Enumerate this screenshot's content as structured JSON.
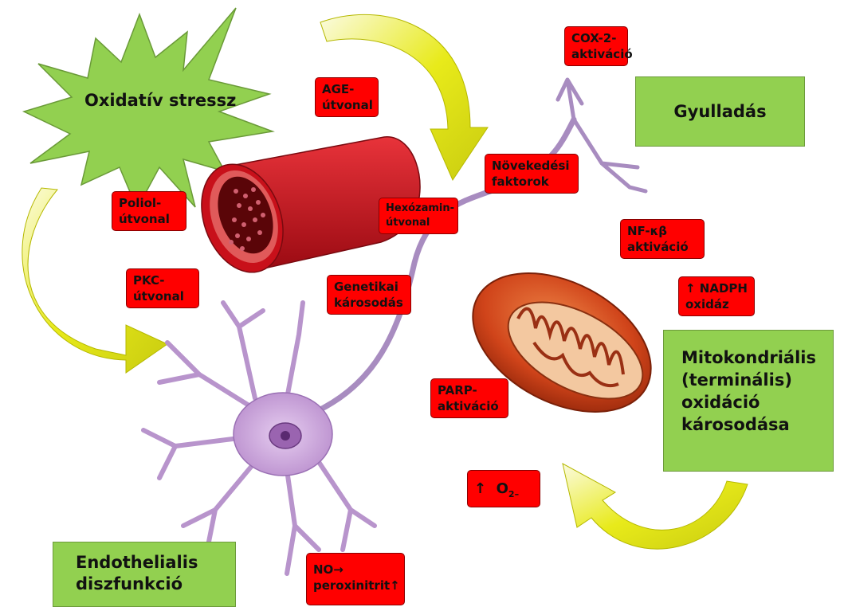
{
  "burst": {
    "label": "Oxidatív stressz"
  },
  "green_boxes": {
    "inflammation": "Gyulladás",
    "mitochondria": [
      "Mitokondriális",
      "(terminális)",
      "oxidáció",
      "károsodása"
    ],
    "endothelial": [
      "Endothelialis",
      "diszfunkció"
    ]
  },
  "red_boxes": {
    "cox2": [
      "COX-2-",
      "aktiváció"
    ],
    "age": [
      "AGE-",
      "útvonal"
    ],
    "growth": [
      "Növekedési",
      "faktorok"
    ],
    "polyol": [
      "Poliol-",
      "útvonal"
    ],
    "hexosamine": [
      "Hexózamin-",
      "útvonal"
    ],
    "nfkb": [
      "NF-κβ",
      "aktiváció"
    ],
    "pkc": [
      "PKC-",
      "útvonal"
    ],
    "genetic": [
      "Genetikai",
      "károsodás"
    ],
    "nadph": [
      "↑ NADPH",
      "oxidáz"
    ],
    "parp": [
      "PARP-",
      "aktiváció"
    ],
    "o2": {
      "prefix": "↑  O",
      "subscript": "2–"
    },
    "no": [
      "NO→",
      "peroxinitrit↑"
    ]
  },
  "colors": {
    "red_box": "#ff0000",
    "green_box": "#92d050",
    "arrow_yellow": "#e8ea1a",
    "vessel_red": "#c8101a",
    "neuron_purple": "#c8a0d8",
    "mitochondrion_orange": "#d0441a"
  },
  "icons": [
    "starburst-shape",
    "curved-arrow-icon",
    "blood-vessel-image",
    "neuron-image",
    "mitochondrion-image"
  ]
}
